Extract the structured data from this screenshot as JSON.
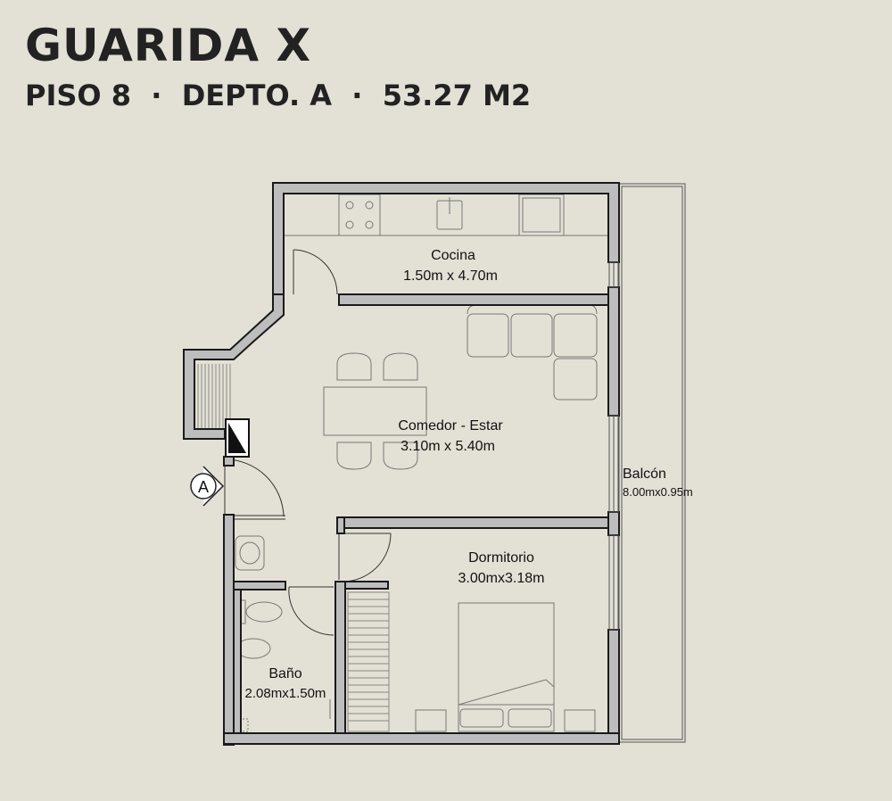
{
  "header": {
    "title": "GUARIDA X",
    "subtitle": "PISO 8  ·  DEPTO. A  ·  53.27 M2"
  },
  "rooms": {
    "cocina": {
      "name": "Cocina",
      "size": "1.50m x 4.70m"
    },
    "comedor": {
      "name": "Comedor - Estar",
      "size": "3.10m x 5.40m"
    },
    "balcon": {
      "name": "Balcón",
      "size": "8.00mx0.95m"
    },
    "dormitorio": {
      "name": "Dormitorio",
      "size": "3.00mx3.18m"
    },
    "bano": {
      "name": "Baño",
      "size": "2.08mx1.50m"
    }
  },
  "marker": {
    "label": "A"
  },
  "colors": {
    "background": "#e3e0d5",
    "wall_fill": "#bdbdbd",
    "wall_stroke": "#1a1a1a"
  }
}
